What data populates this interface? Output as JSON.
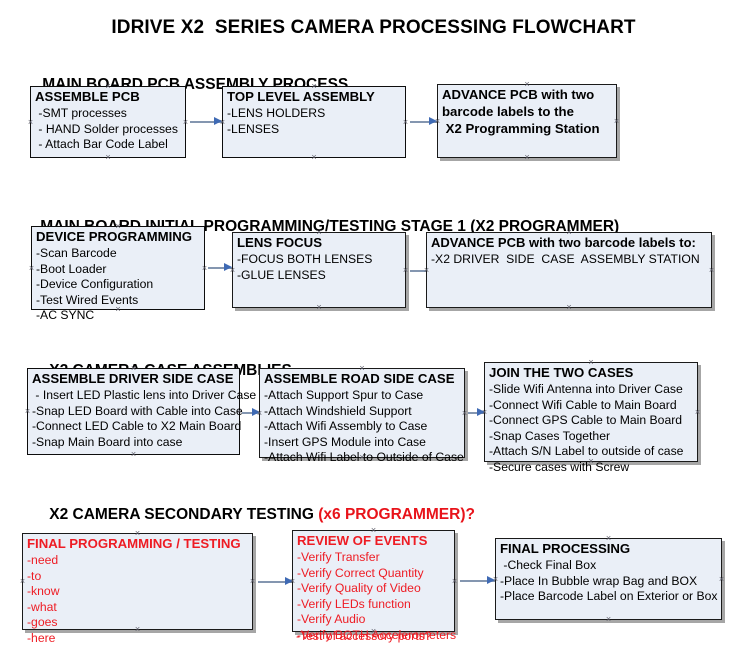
{
  "document": {
    "title": "IDRIVE X2  SERIES CAMERA PROCESSING FLOWCHART",
    "accent_red": "#ee1c24",
    "box_fill": "#eaeff7",
    "box_border": "#0d0d0d",
    "arrow_color": "#8496b0"
  },
  "sections": [
    {
      "heading": "MAIN BOARD PCB ASSEMBLY PROCESS",
      "heading_highlight": "",
      "boxes": [
        {
          "title": "ASSEMBLE PCB",
          "lines": [
            " -SMT processes",
            " - HAND Solder processes",
            " - Attach Bar Code Label"
          ]
        },
        {
          "title": "TOP LEVEL ASSEMBLY",
          "lines": [
            "-LENS HOLDERS",
            "-LENSES"
          ]
        },
        {
          "title": "ADVANCE PCB with two",
          "lines": [
            "barcode labels to the",
            " X2 Programming Station"
          ]
        }
      ]
    },
    {
      "heading": "MAIN BOARD INITIAL PROGRAMMING/TESTING STAGE 1 (X2 PROGRAMMER)",
      "heading_highlight": "",
      "boxes": [
        {
          "title": "DEVICE PROGRAMMING",
          "lines": [
            "-Scan Barcode",
            "-Boot Loader",
            "-Device Configuration",
            "-Test Wired Events",
            "-AC SYNC"
          ]
        },
        {
          "title": "LENS FOCUS",
          "lines": [
            "-FOCUS BOTH LENSES",
            "-GLUE LENSES"
          ]
        },
        {
          "title": "ADVANCE PCB with two barcode labels to:",
          "lines": [
            "-X2 DRIVER  SIDE  CASE  ASSEMBLY STATION"
          ]
        }
      ]
    },
    {
      "heading": "X2 CAMERA CASE ASSEMBLIES",
      "heading_highlight": "",
      "boxes": [
        {
          "title": "ASSEMBLE DRIVER SIDE CASE",
          "lines": [
            " - Insert LED Plastic lens into Driver Case",
            "-Snap LED Board with Cable into Case",
            "-Connect LED Cable to X2 Main Board",
            "-Snap Main Board into case"
          ]
        },
        {
          "title": "ASSEMBLE ROAD SIDE CASE",
          "lines": [
            "-Attach Support Spur to Case",
            "-Attach Windshield Support",
            "-Attach Wifi Assembly to Case",
            "-Insert GPS Module into Case",
            "-Attach Wifi Label to Outside of Case"
          ]
        },
        {
          "title": "JOIN THE TWO CASES",
          "lines": [
            "-Slide Wifi Antenna into Driver Case",
            "-Connect Wifi Cable to Main Board",
            "-Connect GPS Cable to Main Board",
            "-Snap Cases Together",
            "-Attach S/N Label to outside of case",
            "-Secure cases with Screw"
          ]
        }
      ]
    },
    {
      "heading": "X2 CAMERA SECONDARY TESTING ",
      "heading_highlight": "(x6 PROGRAMMER)?",
      "boxes": [
        {
          "title": "FINAL PROGRAMMING / TESTING",
          "lines": [
            "-need",
            "-to",
            "-know",
            "-what",
            "-goes",
            "-here"
          ]
        },
        {
          "title": "REVIEW OF EVENTS",
          "lines": [
            "-Verify Transfer",
            "-Verify Correct Quantity",
            "-Verify Quality of Video",
            "-Verify LEDs function",
            "-Verify Audio",
            "-Verify BOTH Accelerometers"
          ],
          "overflow_line": "-Test of accessory ports?"
        },
        {
          "title": "FINAL PROCESSING",
          "lines": [
            " -Check Final Box",
            "-Place In Bubble wrap Bag and BOX",
            "-Place Barcode Label on Exterior or Box"
          ]
        }
      ]
    }
  ]
}
